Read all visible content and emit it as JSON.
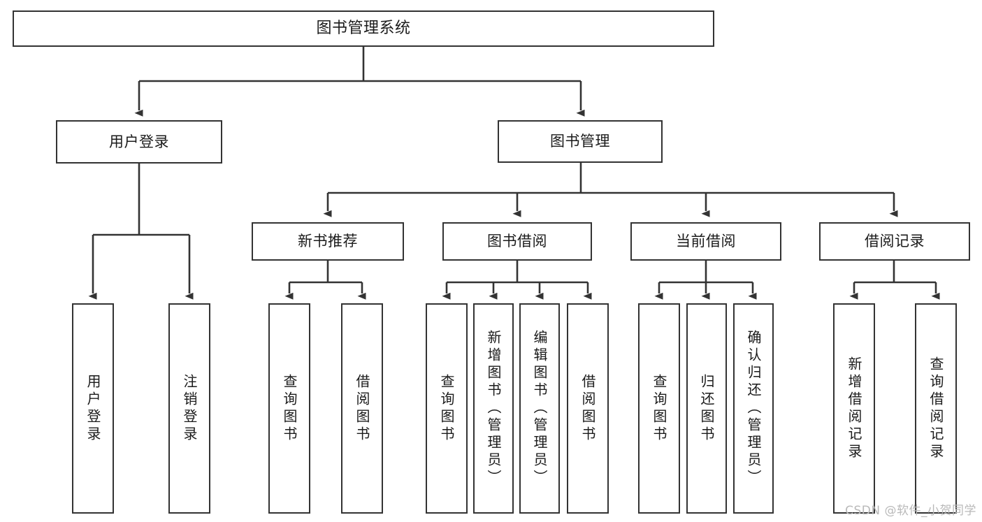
{
  "diagram": {
    "title": "图书管理系统",
    "type": "tree-hierarchy",
    "watermark": "CSDN @软件_小贺同学",
    "colors": {
      "background": "#ffffff",
      "border": "#333333",
      "text": "#1b1b1b",
      "watermark": "#b9b9b9"
    },
    "nodes": {
      "root": "图书管理系统",
      "level2": [
        "用户登录",
        "图书管理"
      ],
      "level3": [
        "新书推荐",
        "图书借阅",
        "当前借阅",
        "借阅记录"
      ],
      "leaves": {
        "user_login": [
          "用户登录",
          "注销登录"
        ],
        "new_book_recommend": [
          "查询图书",
          "借阅图书"
        ],
        "book_borrow": [
          "查询图书",
          "新增图书（管理员）",
          "编辑图书（管理员）",
          "借阅图书"
        ],
        "current_borrow": [
          "查询图书",
          "归还图书",
          "确认归还（管理员）"
        ],
        "borrow_record": [
          "新增借阅记录",
          "查询借阅记录"
        ]
      }
    }
  }
}
